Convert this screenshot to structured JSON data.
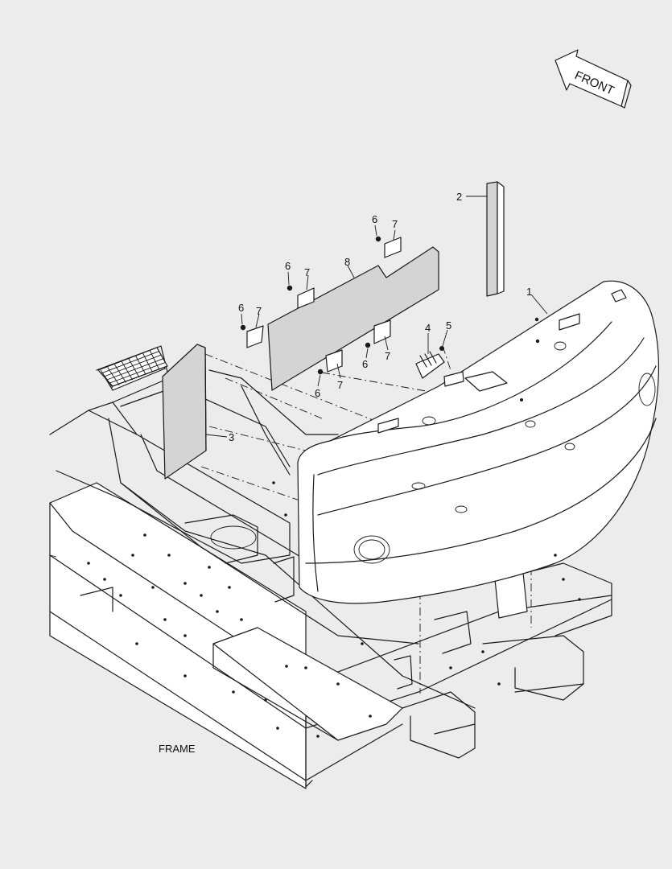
{
  "diagram": {
    "caption": "FRAME",
    "direction_label": "FRONT",
    "callouts": [
      {
        "id": "c1",
        "label": "1"
      },
      {
        "id": "c2",
        "label": "2"
      },
      {
        "id": "c3",
        "label": "3"
      },
      {
        "id": "c4",
        "label": "4"
      },
      {
        "id": "c5",
        "label": "5"
      },
      {
        "id": "c6a",
        "label": "6"
      },
      {
        "id": "c6b",
        "label": "6"
      },
      {
        "id": "c6c",
        "label": "6"
      },
      {
        "id": "c6d",
        "label": "6"
      },
      {
        "id": "c6e",
        "label": "6"
      },
      {
        "id": "c7a",
        "label": "7"
      },
      {
        "id": "c7b",
        "label": "7"
      },
      {
        "id": "c7c",
        "label": "7"
      },
      {
        "id": "c7d",
        "label": "7"
      },
      {
        "id": "c7e",
        "label": "7"
      },
      {
        "id": "c8",
        "label": "8"
      }
    ]
  }
}
